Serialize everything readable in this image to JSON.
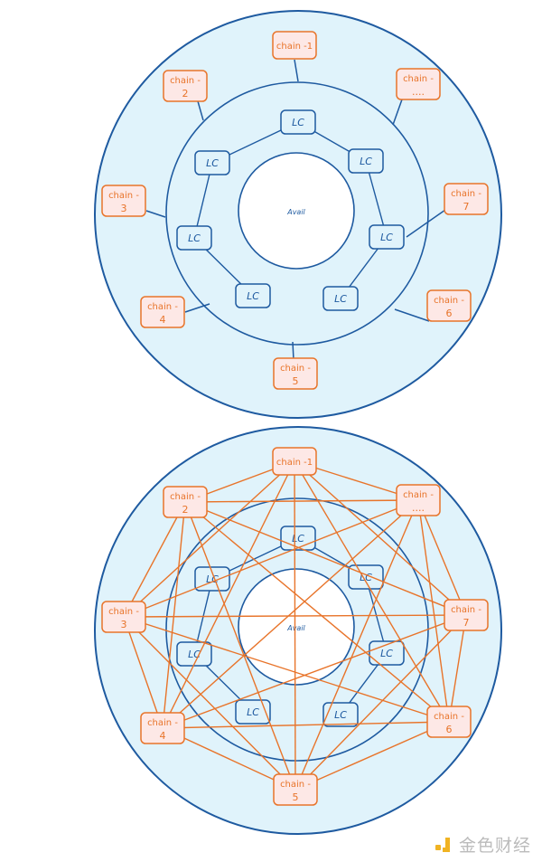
{
  "center_label": "Avail",
  "lc_label": "LC",
  "chains": [
    {
      "line1": "chain -1",
      "line2": ""
    },
    {
      "line1": "chain -",
      "line2": "2"
    },
    {
      "line1": "chain -",
      "line2": "...."
    },
    {
      "line1": "chain -",
      "line2": "3"
    },
    {
      "line1": "chain -",
      "line2": "7"
    },
    {
      "line1": "chain -",
      "line2": "4"
    },
    {
      "line1": "chain -",
      "line2": "6"
    },
    {
      "line1": "chain -",
      "line2": "5"
    }
  ],
  "diagrams": [
    {
      "name": "hub-topology",
      "mesh": false
    },
    {
      "name": "full-mesh-topology",
      "mesh": true
    }
  ],
  "colors": {
    "blue": "#1e5aa0",
    "ring_fill": "#e0f3fb",
    "chain_stroke": "#e8742a",
    "chain_fill": "#fde8e6",
    "lc_fill": "#e0f3fb"
  },
  "watermark": "金色财经"
}
